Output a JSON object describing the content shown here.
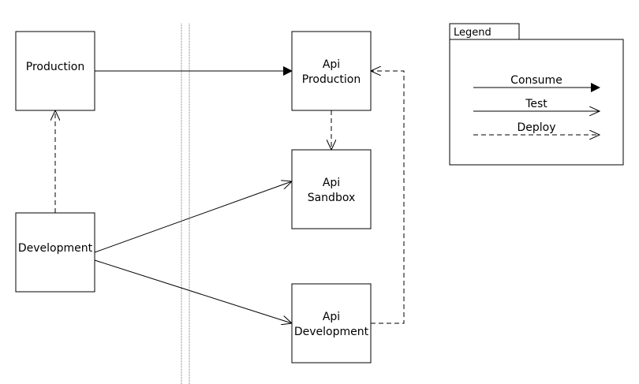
{
  "nodes": {
    "production": {
      "label": "Production"
    },
    "development": {
      "label": "Development"
    },
    "api_production": {
      "label_line1": "Api",
      "label_line2": "Production"
    },
    "api_sandbox": {
      "label_line1": "Api",
      "label_line2": "Sandbox"
    },
    "api_development": {
      "label_line1": "Api",
      "label_line2": "Development"
    }
  },
  "edges": [
    {
      "from": "production",
      "to": "api_production",
      "kind": "Consume"
    },
    {
      "from": "development",
      "to": "production",
      "kind": "Deploy"
    },
    {
      "from": "development",
      "to": "api_sandbox",
      "kind": "Test"
    },
    {
      "from": "development",
      "to": "api_development",
      "kind": "Test"
    },
    {
      "from": "api_production",
      "to": "api_sandbox",
      "kind": "Deploy"
    },
    {
      "from": "api_development",
      "to": "api_production",
      "kind": "Deploy"
    }
  ],
  "legend": {
    "title": "Legend",
    "consume": "Consume",
    "test": "Test",
    "deploy": "Deploy"
  },
  "colors": {
    "stroke": "#000000",
    "background": "#ffffff"
  }
}
